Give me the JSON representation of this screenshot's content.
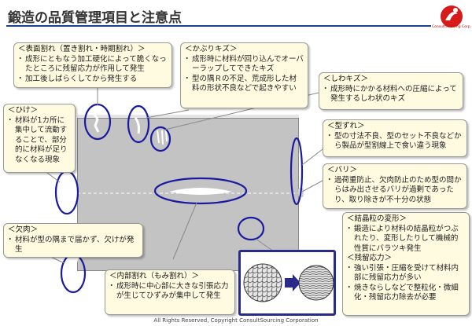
{
  "title": "鍛造の品質管理項目と注意点",
  "logo": {
    "text": "ConsultSourcing Corp."
  },
  "footer": "All Rights Reserved, Copyright  ConsultSourcing Corporation",
  "notes": {
    "surface_crack": {
      "heading": "＜表面割れ（置き割れ・時期割れ）＞",
      "bullets": [
        "成形にともなう加工硬化によって脆くなったところに残留応力が作用して発生",
        "加工後しばらくしてから発生する"
      ]
    },
    "overlap": {
      "heading": "＜かぶりキズ＞",
      "bullets": [
        "成形時に材料が回り込んでオーバーラップしてできたキズ",
        "型の隅Ｒの不足、荒成形した材料の形状不良などで起きやすい"
      ]
    },
    "wrinkle": {
      "heading": "＜しわキズ＞",
      "bullets": [
        "成形時にかかる材料への圧縮によって発生するしわ状のキズ"
      ]
    },
    "underfill": {
      "heading": "＜ひけ＞",
      "bullets": [
        "材料が1カ所に集中して流動することで、部分的に材料が足りなくなる現象"
      ]
    },
    "mismatch": {
      "heading": "＜型ずれ＞",
      "bullets": [
        "型の寸法不良、型のセット不良などから製品が型割線上で食い違う現象"
      ]
    },
    "flash": {
      "heading": "＜バリ＞",
      "bullets": [
        "過荷重防止、欠肉防止のため型の間からはみ出させるバリが過剰であったり、取り除きが不十分の状態"
      ]
    },
    "lack": {
      "heading": "＜欠肉＞",
      "bullets": [
        "材料が型の隅まで届かず、欠けが発生"
      ]
    },
    "internal_crack": {
      "heading": "＜内部割れ（もみ割れ）＞",
      "bullets": [
        "成形時に中心部に大きな引張応力が生じてひずみが集中して発生"
      ]
    },
    "grain": {
      "heading": "＜結晶粒の変形＞",
      "bullets": [
        "鍛造により材料の結晶粒がつぶれたり、変形したりして機械的性質にバラツキ発生"
      ],
      "heading2": "＜残留応力＞",
      "bullets2": [
        "強い引張・圧縮を受けて材料内部に残留応力が多い",
        "焼きならしなどで整粒化・微細化・残留応力除去が必要"
      ]
    }
  },
  "colors": {
    "callout": "#1a1aa0",
    "note_bg": "#fffbe0",
    "metal": "#c3c3c3",
    "title_rule": "#1f3f8f"
  }
}
